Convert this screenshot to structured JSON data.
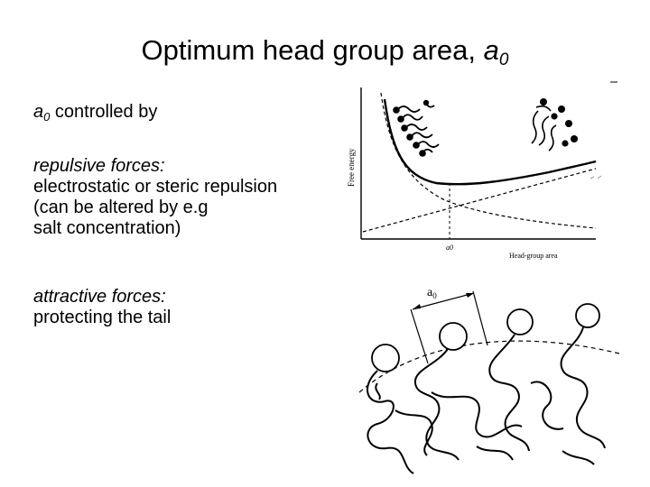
{
  "title": {
    "text": "Optimum head group area, ",
    "symbol": "a",
    "subscript": "0"
  },
  "controlled": {
    "symbol": "a",
    "subscript": "0",
    "text": " controlled by"
  },
  "repulsive": {
    "heading": "repulsive forces:",
    "lines": [
      "electrostatic or steric repulsion",
      "(can be altered by e.g",
      "salt concentration)"
    ]
  },
  "attractive": {
    "heading": "attractive forces:",
    "lines": [
      "protecting the tail"
    ]
  },
  "energy_graph": {
    "y_label": "Free energy",
    "x_label": "Head-group area",
    "x_marker": "a0"
  },
  "micelle": {
    "label": "a",
    "label_sub": "0"
  }
}
